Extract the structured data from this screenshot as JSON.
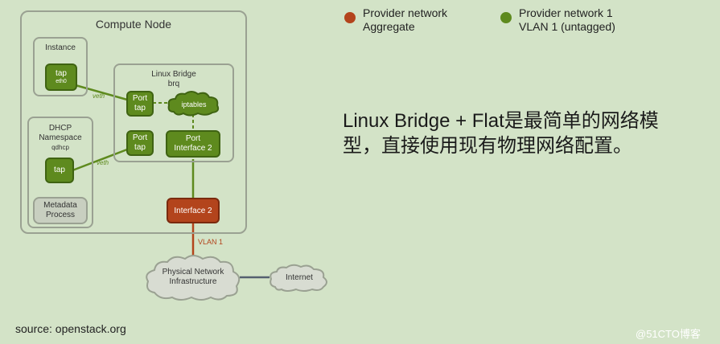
{
  "legend": {
    "items": [
      {
        "color": "#b3441c",
        "line1": "Provider network",
        "line2": "Aggregate"
      },
      {
        "color": "#5e8a1e",
        "line1": "Provider network 1",
        "line2": "VLAN 1 (untagged)"
      }
    ]
  },
  "diagram": {
    "compute_node": "Compute Node",
    "instance": {
      "title": "Instance",
      "tap": "tap",
      "tap_sub": "eth0"
    },
    "linux_bridge": {
      "title": "Linux Bridge",
      "subtitle": "brq"
    },
    "port_tap_1": {
      "line1": "Port",
      "line2": "tap"
    },
    "port_tap_2": {
      "line1": "Port",
      "line2": "tap"
    },
    "iptables": "iptables",
    "port_interface2": {
      "line1": "Port",
      "line2": "Interface 2"
    },
    "dhcp": {
      "line1": "DHCP",
      "line2": "Namespace",
      "line3": "qdhcp",
      "tap": "tap"
    },
    "metadata": {
      "line1": "Metadata",
      "line2": "Process"
    },
    "veth_1": "veth",
    "veth_2": "veth",
    "interface2": "Interface 2",
    "vlan": "VLAN 1",
    "physical_network": {
      "line1": "Physical Network",
      "line2": "Infrastructure"
    },
    "internet": "Internet"
  },
  "description": {
    "line1": "Linux Bridge + Flat是最简单的网络模",
    "line2": "型，直接使用现有物理网络配置。"
  },
  "source": "source: openstack.org",
  "watermark": "@51CTO博客",
  "colors": {
    "background": "#d3e3c7",
    "green": "#5e8a1e",
    "red": "#b3441c"
  }
}
